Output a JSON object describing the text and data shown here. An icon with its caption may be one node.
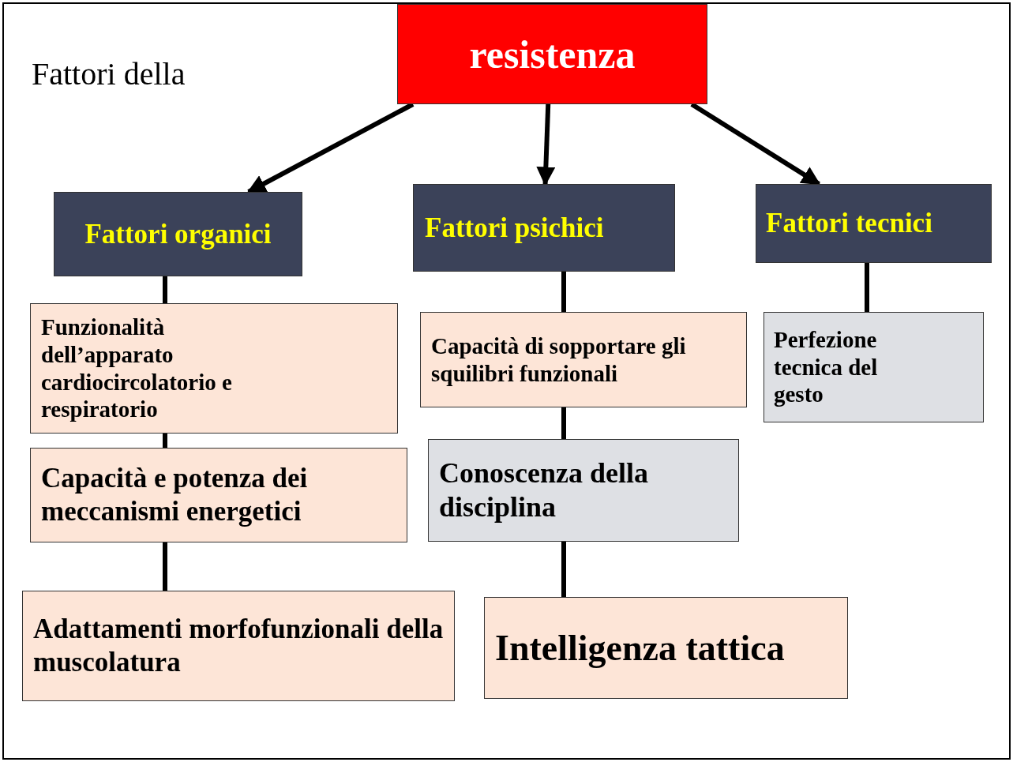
{
  "diagram": {
    "nodes": [
      {
        "text": [
          "resistenza"
        ]
      },
      {
        "text": [
          "Fattori organici"
        ]
      },
      {
        "text": [
          "Fattori psichici"
        ]
      },
      {
        "text": [
          "Fattori tecnici"
        ]
      },
      {
        "text": [
          "Funzionalità dell’apparato cardiocircolatorio e respiratorio"
        ]
      },
      {
        "text": [
          "Capacità e potenza dei meccanismi energetici"
        ]
      },
      {
        "text": [
          "Adattamenti morfofunzionali della muscolatura"
        ]
      },
      {
        "text": [
          "Capacità di sopportare gli squilibri funzionali"
        ]
      },
      {
        "text": [
          "Conoscenza della disciplina"
        ]
      },
      {
        "text": [
          "Intelligenza tattica"
        ]
      },
      {
        "text": [
          "Perfezione tecnica del gesto"
        ]
      }
    ],
    "edges": [
      {
        "from": 0,
        "to": 1,
        "arrow": "to"
      },
      {
        "from": 0,
        "to": 2,
        "arrow": "to"
      },
      {
        "from": 0,
        "to": 3,
        "arrow": "to"
      },
      {
        "from": 1,
        "to": 4,
        "arrow": "none"
      },
      {
        "from": 4,
        "to": 5,
        "arrow": "none"
      },
      {
        "from": 5,
        "to": 6,
        "arrow": "none"
      },
      {
        "from": 2,
        "to": 7,
        "arrow": "none"
      },
      {
        "from": 7,
        "to": 8,
        "arrow": "none"
      },
      {
        "from": 8,
        "to": 9,
        "arrow": "none"
      },
      {
        "from": 3,
        "to": 10,
        "arrow": "none"
      }
    ],
    "labels": [
      "Fattori della"
    ]
  }
}
